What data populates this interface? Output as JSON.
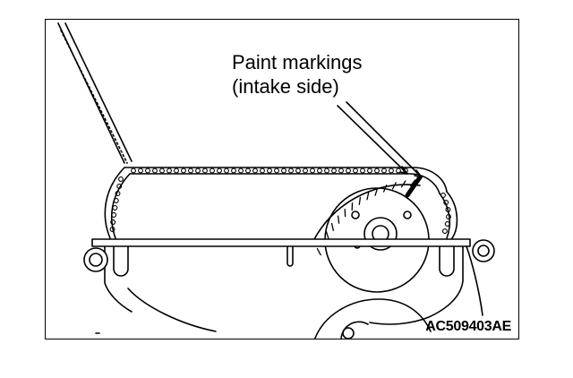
{
  "diagram": {
    "callout": {
      "line1": "Paint markings",
      "line2": "(intake side)"
    },
    "part_code": "AC509403AE",
    "colors": {
      "ink": "#000000",
      "paper": "#ffffff"
    }
  }
}
